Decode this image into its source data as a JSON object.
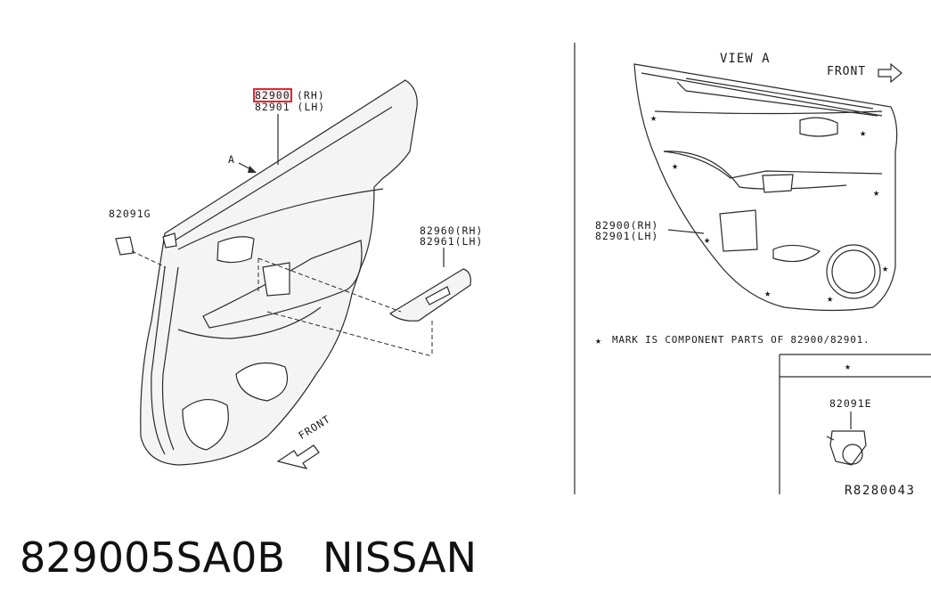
{
  "left_view": {
    "part_main_rh": "82900",
    "part_main_rh_suffix": "(RH)",
    "part_main_lh": "82901 (LH)",
    "view_marker": "A",
    "clip_part": "82091G",
    "switch_rh": "82960(RH)",
    "switch_lh": "82961(LH)",
    "front_label": "FRONT"
  },
  "right_view": {
    "title": "VIEW  A",
    "front_label": "FRONT",
    "part_rh": "82900(RH)",
    "part_lh": "82901(LH)"
  },
  "legend": {
    "star": "★",
    "mark_note": "MARK IS COMPONENT PARTS OF 82900/82901.",
    "table_header": "★",
    "clip_part": "82091E"
  },
  "ref_code": "R8280043",
  "product": {
    "part_number": "829005SA0B",
    "brand": "NISSAN"
  },
  "colors": {
    "highlight": "#e8242e",
    "line": "#2a2a2a"
  }
}
